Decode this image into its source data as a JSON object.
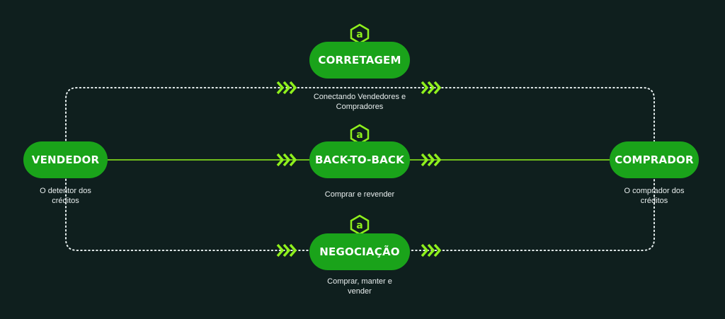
{
  "nodes": {
    "vendedor": {
      "label": "VENDEDOR",
      "caption_line1": "O detentor dos",
      "caption_line2": "créditos"
    },
    "comprador": {
      "label": "COMPRADOR",
      "caption_line1": "O comprador dos",
      "caption_line2": "créditos"
    },
    "corretagem": {
      "label": "CORRETAGEM",
      "caption_line1": "Conectando Vendedores e",
      "caption_line2": "Compradores"
    },
    "back_to_back": {
      "label": "BACK-TO-BACK",
      "caption_line1": "Comprar e revender"
    },
    "negociacao": {
      "label": "NEGOCIAÇÃO",
      "caption_line1": "Comprar, manter e",
      "caption_line2": "vender"
    }
  },
  "icons": {
    "brand": "a-logo-icon",
    "arrow": "triple-chevron-right-icon"
  },
  "colors": {
    "background": "#0f1f1e",
    "pill": "#1aa31a",
    "accent": "#8ff01c",
    "dotted_line": "#e6eeee"
  }
}
